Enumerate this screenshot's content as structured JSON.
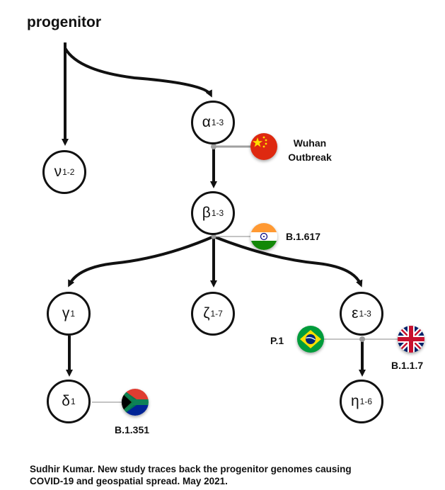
{
  "title": "progenitor",
  "nodes": {
    "nu": {
      "greek": "ν",
      "sub": "1-2"
    },
    "alpha": {
      "greek": "α",
      "sub": "1-3"
    },
    "beta": {
      "greek": "β",
      "sub": "1-3"
    },
    "gamma": {
      "greek": "γ",
      "sub": "1"
    },
    "zeta": {
      "greek": "ζ",
      "sub": "1-7"
    },
    "epsilon": {
      "greek": "ε",
      "sub": "1-3"
    },
    "delta": {
      "greek": "δ",
      "sub": "1"
    },
    "eta": {
      "greek": "η",
      "sub": "1-6"
    }
  },
  "annotations": {
    "wuhan_line1": "Wuhan",
    "wuhan_line2": "Outbreak",
    "india": "B.1.617",
    "brazil": "P.1",
    "uk": "B.1.1.7",
    "south_africa": "B.1.351"
  },
  "flags": {
    "china": "china-flag-icon",
    "india": "india-flag-icon",
    "brazil": "brazil-flag-icon",
    "uk": "uk-flag-icon",
    "south_africa": "south-africa-flag-icon"
  },
  "caption": {
    "line1": "Sudhir Kumar. New study traces back the progenitor genomes causing",
    "line2": "COVID-19 and geospatial spread. May 2021."
  },
  "colors": {
    "edge": "#111111",
    "connector": "#a0a0a0",
    "china_red": "#de2910",
    "china_yellow": "#ffde00",
    "india_saffron": "#ff9933",
    "india_green": "#138808",
    "brazil_green": "#009c3b",
    "brazil_yellow": "#ffdf00",
    "brazil_blue": "#002776",
    "uk_blue": "#012169",
    "uk_red": "#c8102e",
    "sa_green": "#007a4d",
    "sa_red": "#e03c31",
    "sa_blue": "#002395",
    "sa_gold": "#ffb612"
  }
}
